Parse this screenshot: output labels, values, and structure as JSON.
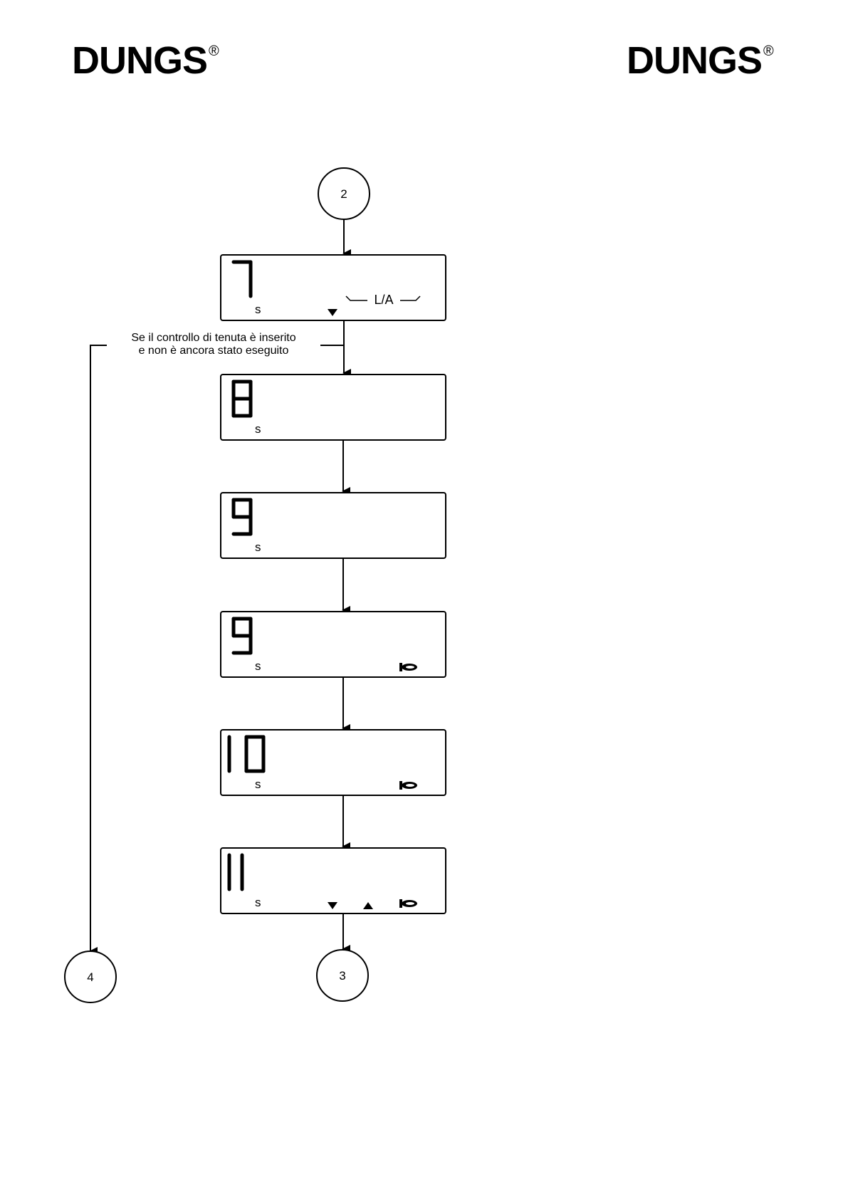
{
  "header": {
    "brand_left": "DUNGS",
    "brand_right": "DUNGS",
    "registered_mark": "®"
  },
  "connectors": {
    "start": "2",
    "end_main": "3",
    "end_branch": "4"
  },
  "branch_note": {
    "line1": "Se il controllo di tenuta è inserito",
    "line2": "e non è ancora stato eseguito"
  },
  "displays": [
    {
      "step": "7",
      "unit": "s",
      "label": "L/A",
      "symbols": [
        "arrow-down"
      ]
    },
    {
      "step": "8",
      "unit": "s",
      "symbols": []
    },
    {
      "step": "9",
      "unit": "s",
      "symbols": []
    },
    {
      "step": "9",
      "unit": "s",
      "symbols": [
        "flame"
      ]
    },
    {
      "step": "10",
      "unit": "s",
      "symbols": [
        "flame"
      ]
    },
    {
      "step": "11",
      "unit": "s",
      "symbols": [
        "arrow-down",
        "arrow-up",
        "flame"
      ]
    }
  ]
}
